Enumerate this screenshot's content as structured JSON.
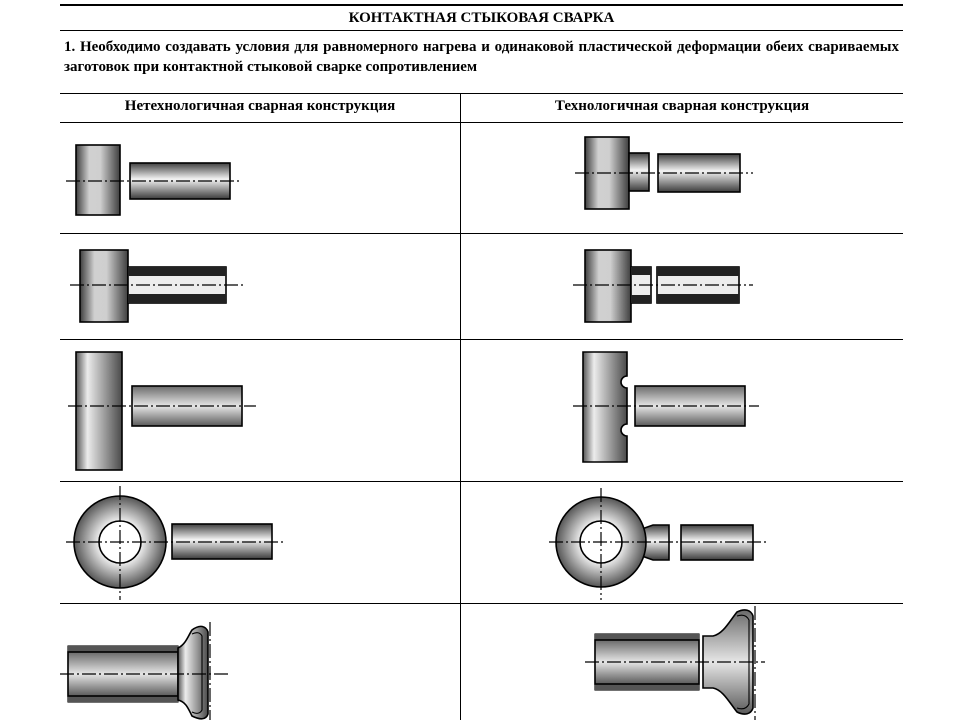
{
  "header": {
    "title": "КОНТАКТНАЯ СТЫКОВАЯ СВАРКА",
    "requirement": "1. Необходимо создавать условия для равномерного нагрева и одинаковой пластической деформации обеих свариваемых заготовок при контактной стыковой сварке сопротивлением"
  },
  "columns": {
    "left": "Нетехнологичная сварная конструкция",
    "right": "Технологичная сварная конструкция"
  },
  "rows": [
    {
      "left": "cylinder-head-and-rod-nontech",
      "right": "stepped-head-and-rod-tech"
    },
    {
      "left": "head-and-tube-nontech",
      "right": "stepped-head-and-tube-tech"
    },
    {
      "left": "flange-and-rod-nontech",
      "right": "grooved-flange-and-rod-tech"
    },
    {
      "left": "ring-and-rod-nontech",
      "right": "ring-with-boss-and-rod-tech"
    },
    {
      "left": "tube-and-cap-nontech",
      "right": "tube-and-flared-cap-tech"
    }
  ]
}
